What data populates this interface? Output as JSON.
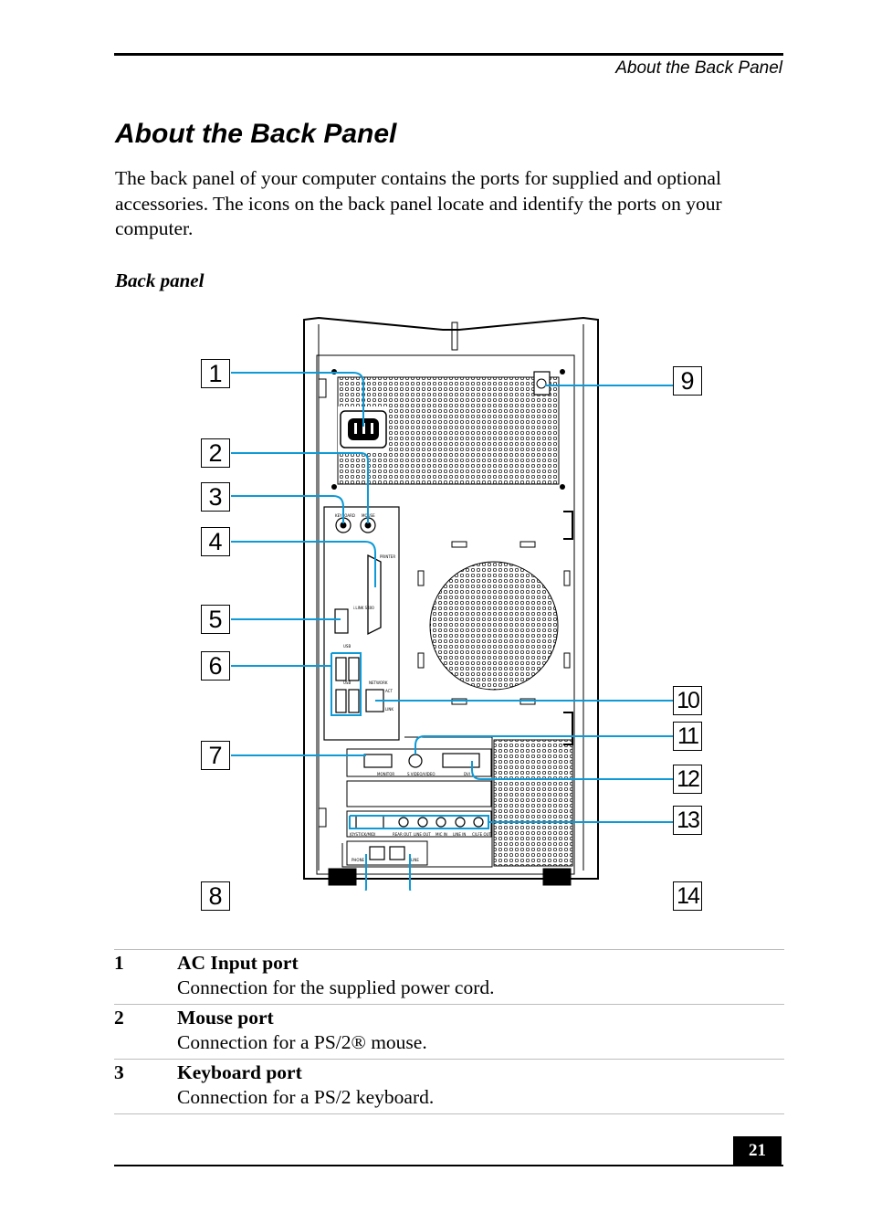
{
  "header": {
    "running_title": "About the Back Panel"
  },
  "page": {
    "title": "About the Back Panel",
    "intro": "The back panel of your computer contains the ports for supplied and optional accessories. The icons on the back panel locate and identify the ports on your computer.",
    "figure_caption": "Back panel",
    "number": "21"
  },
  "figure": {
    "callouts": [
      "1",
      "2",
      "3",
      "4",
      "5",
      "6",
      "7",
      "8",
      "9",
      "10",
      "11",
      "12",
      "13",
      "14"
    ],
    "panel_labels": {
      "keyboard": "KEYBOARD",
      "mouse": "MOUSE",
      "printer": "PRINTER",
      "ilink": "i.LINK S400",
      "usb_top": "USB",
      "usb_bottom": "USB",
      "network": "NETWORK",
      "act": "ACT",
      "link": "LINK",
      "monitor": "MONITOR",
      "svideo": "S VIDEO/VIDEO",
      "dvi": "DVI",
      "game": "JOYSTICK/MIDI",
      "rear_out": "REAR OUT",
      "line_out": "LINE OUT",
      "mic_in": "MIC IN",
      "line_in": "LINE IN",
      "c_lfe_out": "C/LFE OUT",
      "phone": "PHONE",
      "line": "LINE"
    }
  },
  "ports": [
    {
      "num": "1",
      "name": "AC Input port",
      "desc": "Connection for the supplied power cord."
    },
    {
      "num": "2",
      "name": "Mouse port",
      "desc": "Connection for a PS/2® mouse."
    },
    {
      "num": "3",
      "name": "Keyboard port",
      "desc": "Connection for a PS/2 keyboard."
    }
  ],
  "colors": {
    "callout_line": "#0d9ad6",
    "text": "#000000"
  }
}
